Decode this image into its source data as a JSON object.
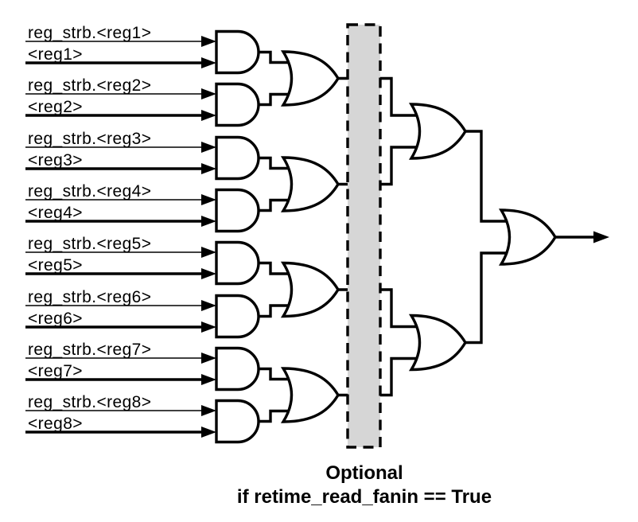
{
  "diagram": {
    "inputs": [
      {
        "strobe": "reg_strb.<reg1>",
        "data": "<reg1>"
      },
      {
        "strobe": "reg_strb.<reg2>",
        "data": "<reg2>"
      },
      {
        "strobe": "reg_strb.<reg3>",
        "data": "<reg3>"
      },
      {
        "strobe": "reg_strb.<reg4>",
        "data": "<reg4>"
      },
      {
        "strobe": "reg_strb.<reg5>",
        "data": "<reg5>"
      },
      {
        "strobe": "reg_strb.<reg6>",
        "data": "<reg6>"
      },
      {
        "strobe": "reg_strb.<reg7>",
        "data": "<reg7>"
      },
      {
        "strobe": "reg_strb.<reg8>",
        "data": "<reg8>"
      }
    ],
    "caption": {
      "line1": "Optional",
      "line2": "if retime_read_fanin == True"
    },
    "colors": {
      "line": "#000000",
      "gate_fill": "#ffffff",
      "optional_box_fill": "#d6d6d6",
      "background": "#ffffff"
    },
    "structure": {
      "and_gates": 8,
      "or_gates_level2": 4,
      "or_gates_level3": 2,
      "or_gates_final": 1
    }
  }
}
